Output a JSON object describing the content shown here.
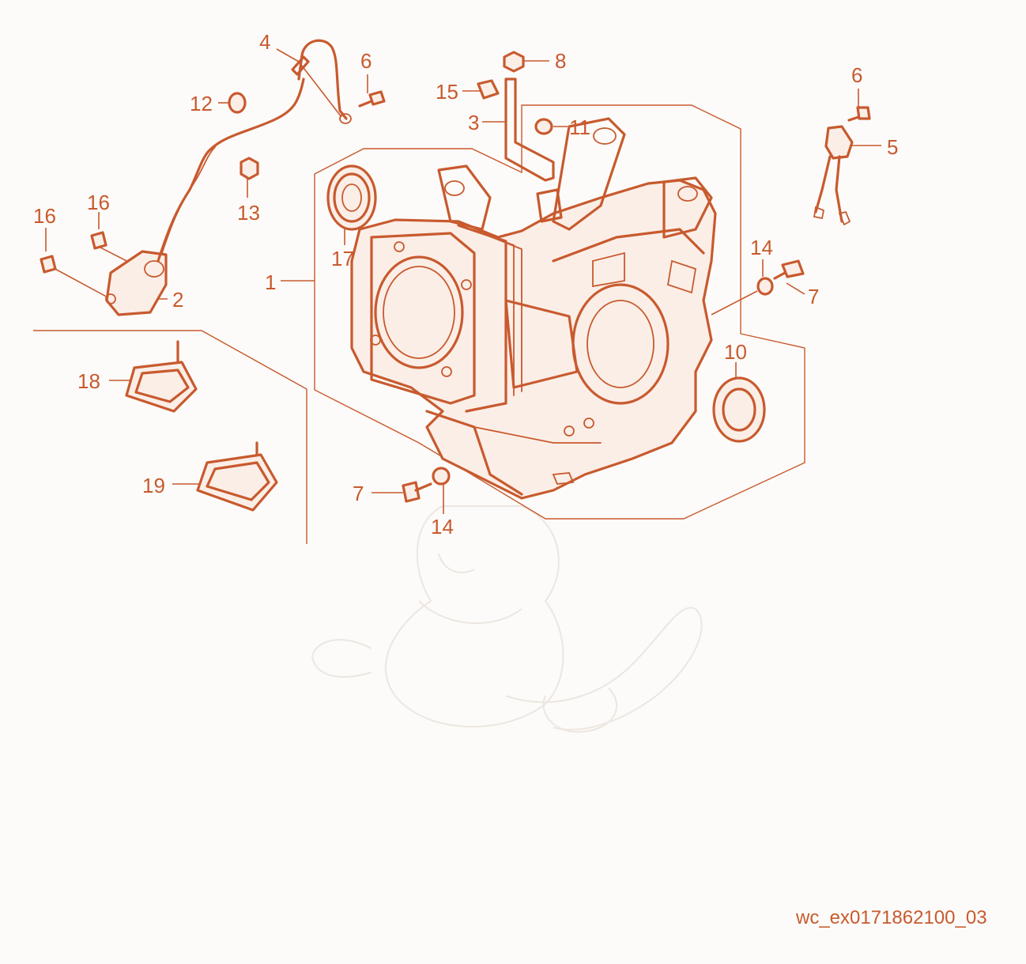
{
  "callouts": {
    "c1": "1",
    "c2": "2",
    "c3": "3",
    "c4": "4",
    "c5": "5",
    "c6a": "6",
    "c6b": "6",
    "c7a": "7",
    "c7b": "7",
    "c8": "8",
    "c10": "10",
    "c11": "11",
    "c12": "12",
    "c13": "13",
    "c14a": "14",
    "c14b": "14",
    "c15": "15",
    "c16a": "16",
    "c16b": "16",
    "c17": "17",
    "c18": "18",
    "c19": "19"
  },
  "reference_code": "wc_ex0171862100_03",
  "colors": {
    "line": "#c85a2e",
    "background": "#fcfbf9",
    "watermark": "#ede6e0"
  }
}
